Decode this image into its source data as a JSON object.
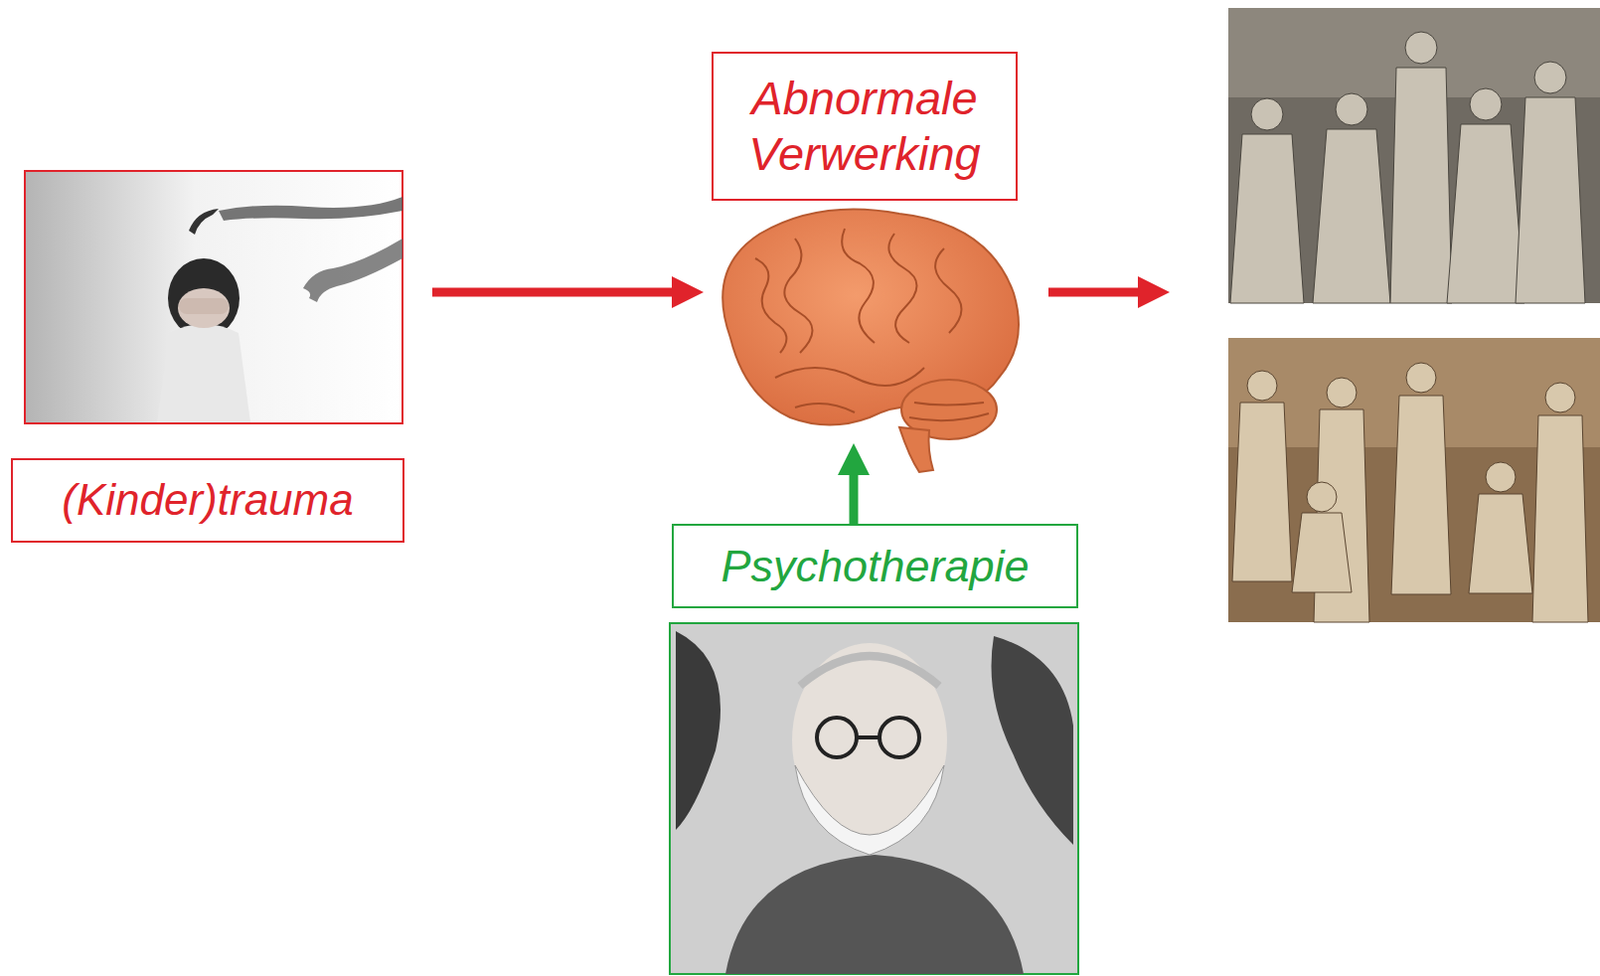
{
  "diagram": {
    "nodes": [
      {
        "text": [
          "(Kinder)trauma"
        ]
      },
      {
        "text": [
          "Abnormale Verwerking"
        ]
      },
      {
        "text": [
          "Psychotherapie"
        ]
      }
    ],
    "edges": [
      {
        "from": 0,
        "to": 1,
        "arrow": "to"
      },
      {
        "from": 2,
        "to": 1,
        "arrow": "to"
      }
    ]
  }
}
